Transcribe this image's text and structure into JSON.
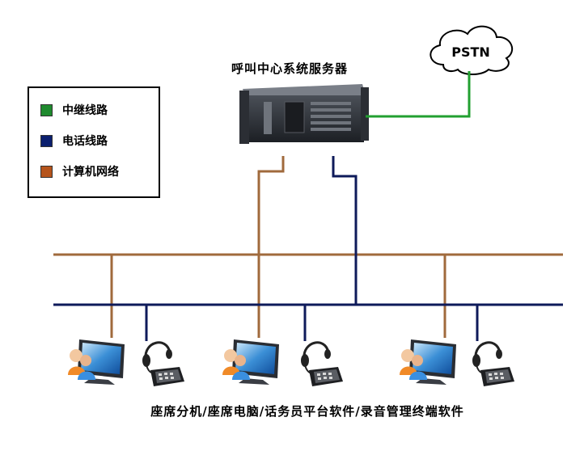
{
  "server": {
    "title": "呼叫中心系统服务器"
  },
  "cloud": {
    "label": "PSTN"
  },
  "legend": {
    "items": [
      {
        "label": "中继线路",
        "color": "#1f8a2e",
        "icon": "green-square"
      },
      {
        "label": "电话线路",
        "color": "#0b1f6e",
        "icon": "navy-square"
      },
      {
        "label": "计算机网络",
        "color": "#b5541c",
        "icon": "orange-square"
      }
    ]
  },
  "colors": {
    "trunk_line": "#22a030",
    "phone_line": "#0e1a5a",
    "network_line": "#a06a3c"
  },
  "workstations": [
    {
      "icon": "computer-user-icon"
    },
    {
      "icon": "phone-headset-icon"
    }
  ],
  "footer": {
    "caption": "座席分机/座席电脑/话务员平台软件/录音管理终端软件"
  }
}
